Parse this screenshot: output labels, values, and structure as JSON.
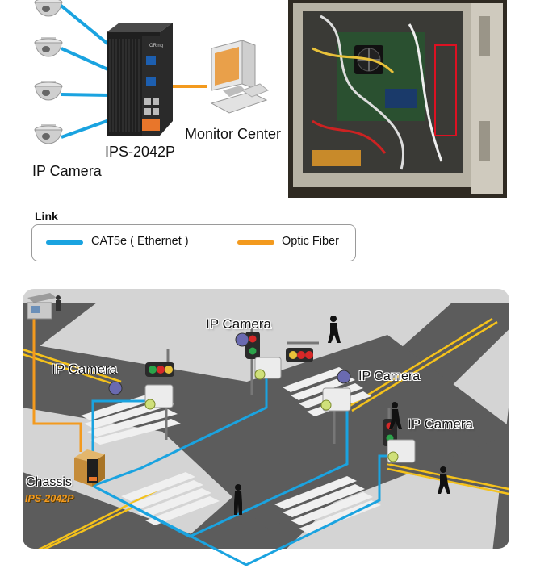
{
  "top_diagram": {
    "camera_label": "IP Camera",
    "switch_label": "IPS-2042P",
    "monitor_label": "Monitor Center",
    "switch_logo": "ORing",
    "camera_count": 4
  },
  "legend": {
    "heading": "Link",
    "items": [
      {
        "label": "CAT5e ( Ethernet )",
        "color": "#1aa3e0"
      },
      {
        "label": "Optic Fiber",
        "color": "#f39a1e"
      }
    ]
  },
  "intersection": {
    "camera_labels": [
      "IP Camera",
      "IP Camera",
      "IP Camera",
      "IP Camera"
    ],
    "chassis_label": "Chassis",
    "chassis_model": "IPS-2042P"
  },
  "colors": {
    "ethernet": "#1aa3e0",
    "fiber": "#f39a1e",
    "road": "#5c5c5c",
    "sidewalk": "#d4d4d4",
    "lane_line": "#f5c21b"
  },
  "icons": [
    "ip-camera-icon",
    "switch-icon",
    "monitor-icon",
    "traffic-light-icon",
    "pedestrian-icon",
    "chassis-box-icon",
    "enclosure-photo"
  ]
}
